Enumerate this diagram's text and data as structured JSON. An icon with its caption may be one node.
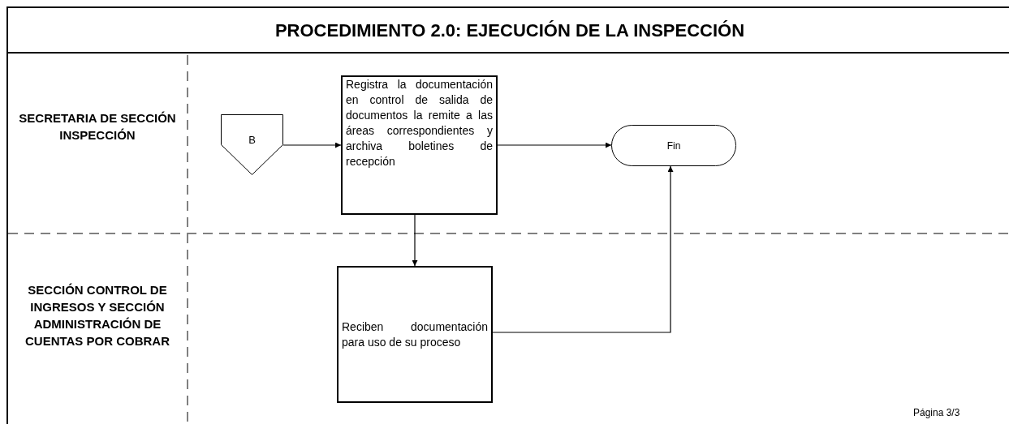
{
  "diagram": {
    "title": "PROCEDIMIENTO 2.0: EJECUCIÓN DE LA INSPECCIÓN",
    "nodes": [
      {
        "text": [
          "B"
        ]
      },
      {
        "text": [
          "Registra la documentación en control de salida de documentos la remite a las áreas correspondientes y archiva boletines de recepción"
        ]
      },
      {
        "text": [
          "Fin"
        ]
      },
      {
        "text": [
          "Reciben documentación para uso de su proceso"
        ]
      }
    ],
    "edges": [
      {
        "from": 0,
        "to": 1,
        "arrow": "to"
      },
      {
        "from": 1,
        "to": 2,
        "arrow": "to"
      },
      {
        "from": 1,
        "to": 3,
        "arrow": "to"
      },
      {
        "from": 3,
        "to": 2,
        "arrow": "to"
      }
    ],
    "labels": [
      "SECRETARIA DE SECCIÓN INSPECCIÓN",
      "SECCIÓN CONTROL DE INGRESOS Y SECCIÓN ADMINISTRACIÓN DE CUENTAS POR COBRAR",
      "Página 3/3"
    ]
  }
}
